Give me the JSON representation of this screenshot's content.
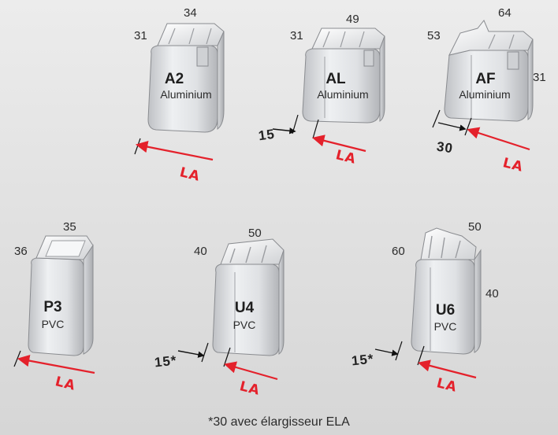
{
  "footnote": "*30 avec élargisseur ELA",
  "arrow_label": "LA",
  "colors": {
    "background": "#e4e4e4",
    "profile_fill": "#dcdde0",
    "profile_edge": "#8a8c90",
    "arrow": "#e4212b"
  },
  "profiles": [
    {
      "code": "A2",
      "material": "Aluminium",
      "dims": [
        "34",
        "31"
      ]
    },
    {
      "code": "AL",
      "material": "Aluminium",
      "dims": [
        "49",
        "31"
      ],
      "offset": "15"
    },
    {
      "code": "AF",
      "material": "Aluminium",
      "dims": [
        "64",
        "53",
        "31"
      ],
      "offset": "30"
    },
    {
      "code": "P3",
      "material": "PVC",
      "dims": [
        "35",
        "36"
      ]
    },
    {
      "code": "U4",
      "material": "PVC",
      "dims": [
        "50",
        "40"
      ],
      "offset": "15*"
    },
    {
      "code": "U6",
      "material": "PVC",
      "dims": [
        "50",
        "60",
        "40"
      ],
      "offset": "15*"
    }
  ]
}
